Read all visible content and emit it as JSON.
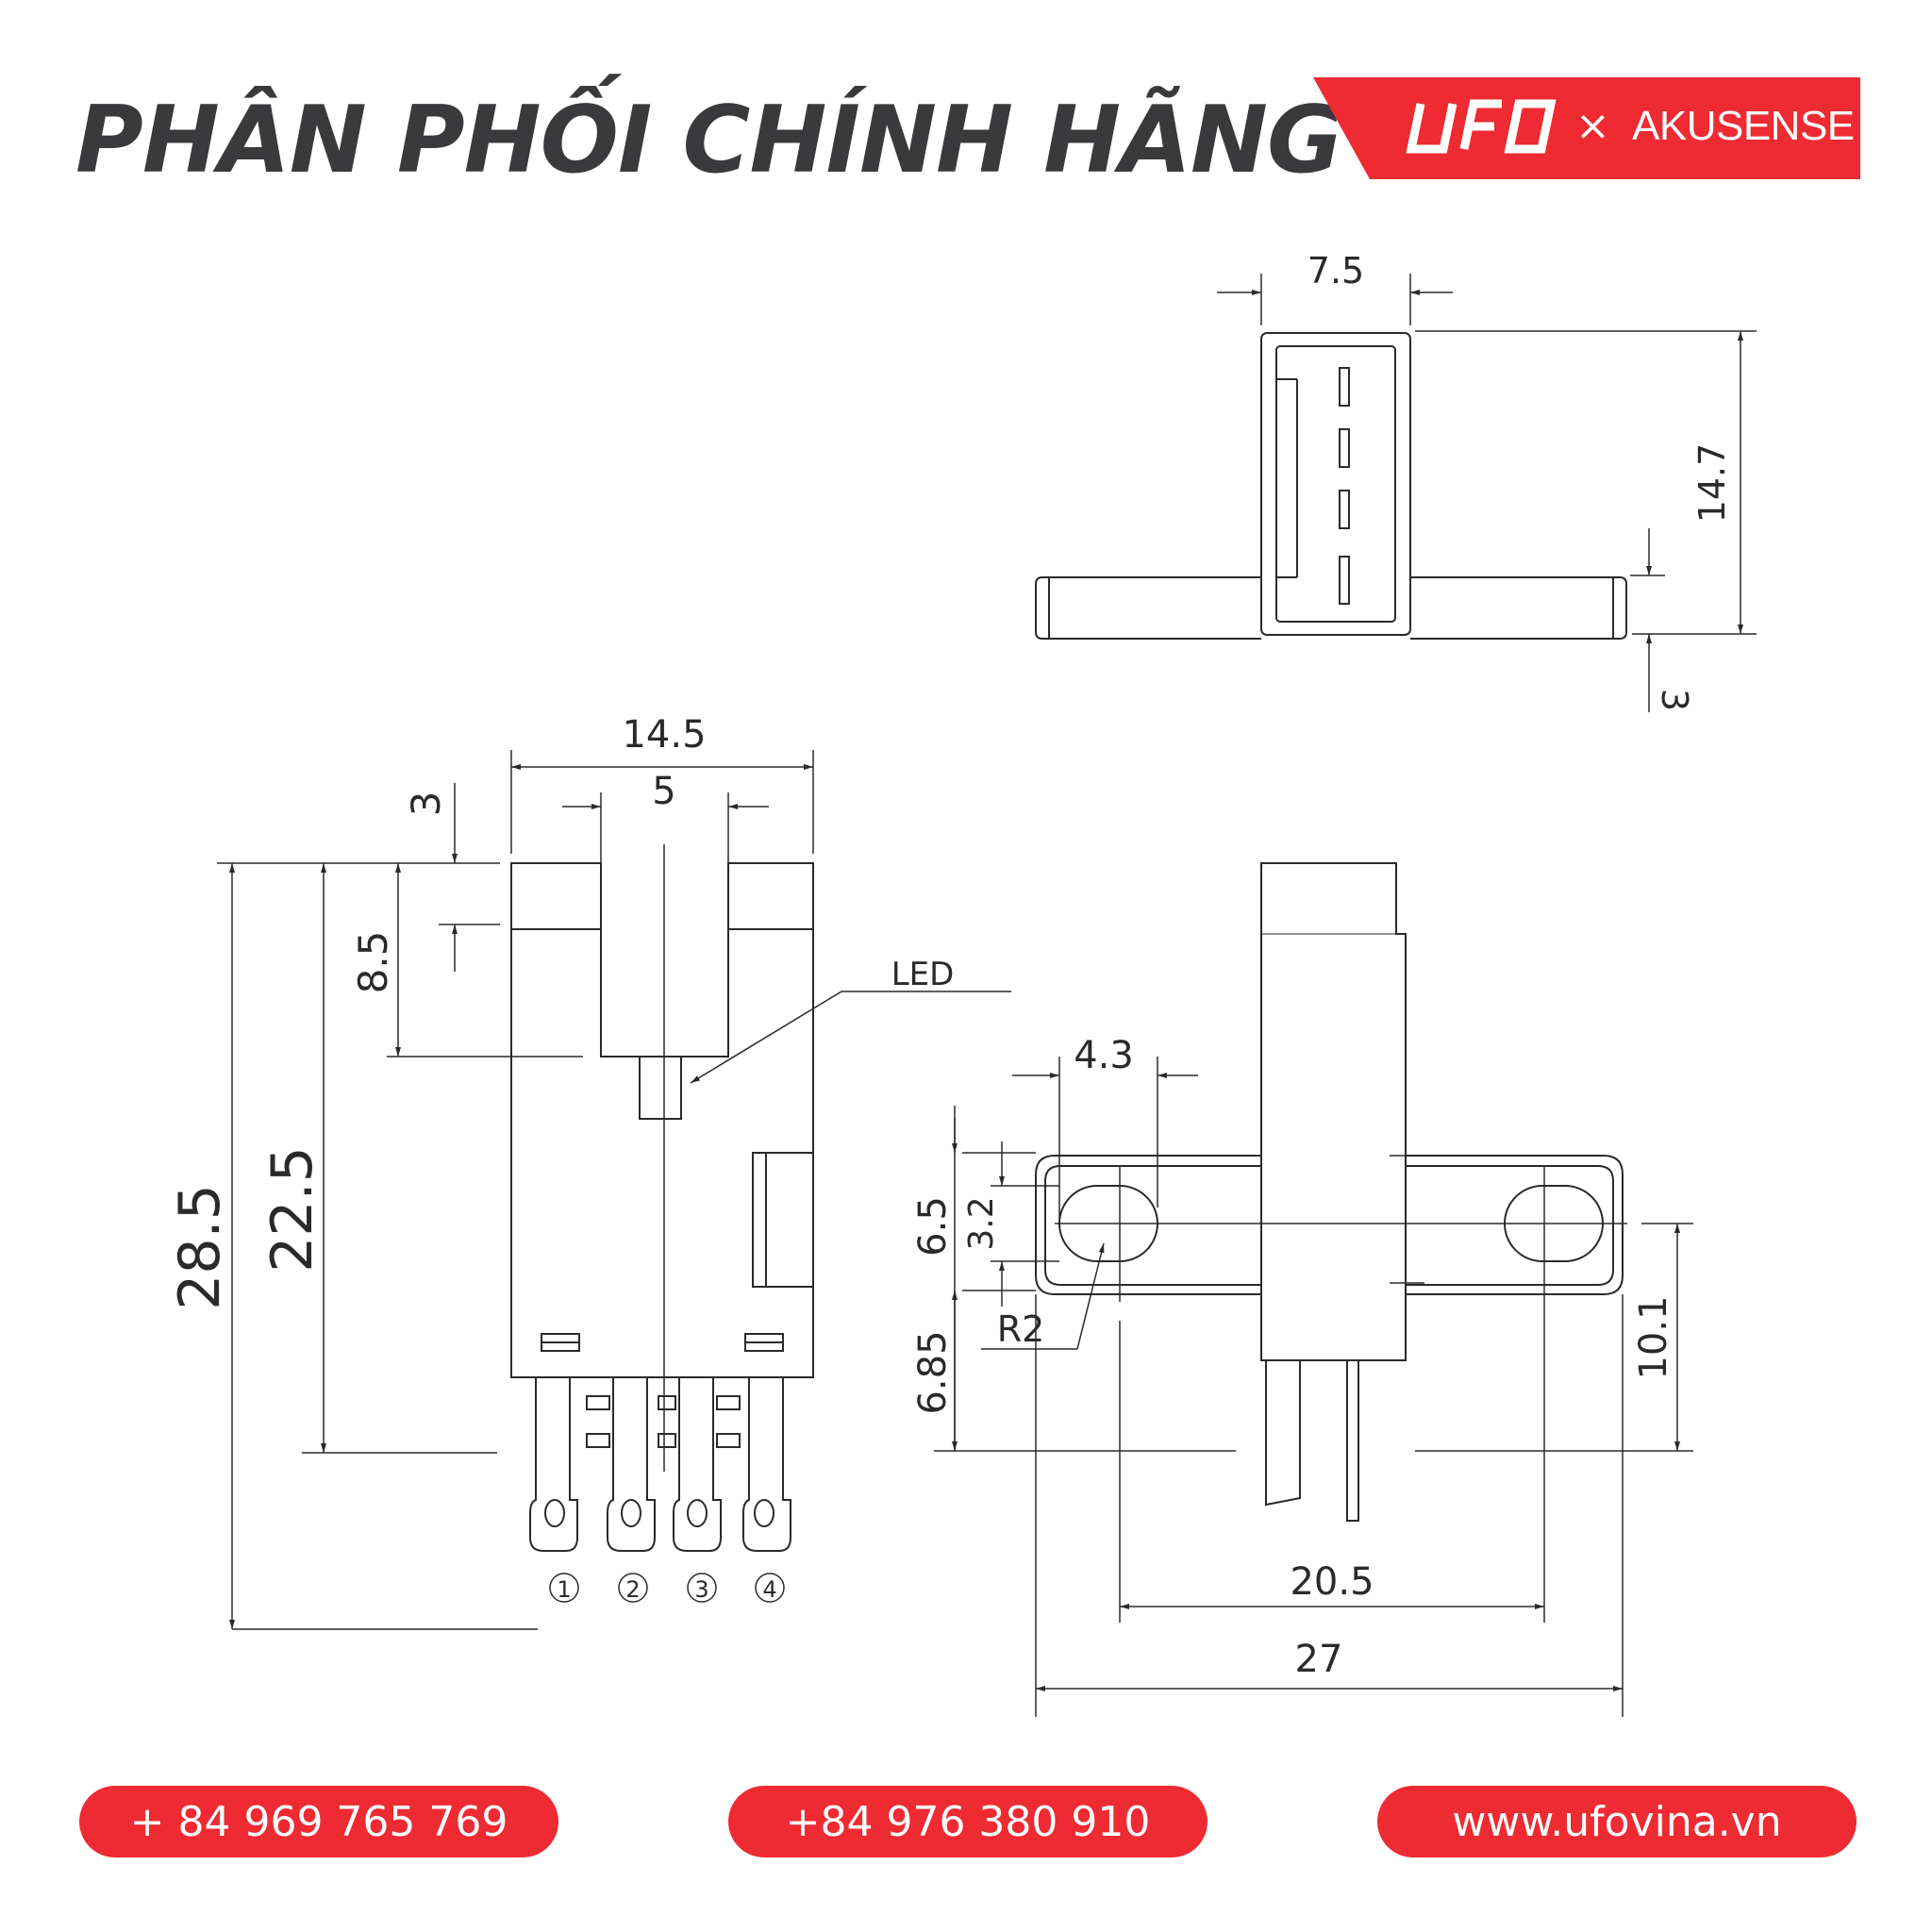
{
  "header": {
    "title": "PHÂN PHỐI CHÍNH HÃNG",
    "brand_logo": "UFO",
    "brand_separator": "×",
    "brand_partner": "AKUSENSE"
  },
  "drawing": {
    "top_view": {
      "width": "7.5",
      "height": "14.7",
      "flange": "3"
    },
    "front_view": {
      "overall_width": "14.5",
      "slot_width": "5",
      "top_gap": "3",
      "slot_depth": "8.5",
      "body_height": "22.5",
      "overall_height": "28.5",
      "led_label": "LED",
      "pins": [
        "1",
        "2",
        "3",
        "4"
      ]
    },
    "side_view": {
      "hole_width": "4.3",
      "flange_height": "6.5",
      "hole_height": "3.2",
      "radius": "R2",
      "offset": "6.85",
      "hole_height_pos": "10.1",
      "hole_spacing": "20.5",
      "overall_length": "27"
    }
  },
  "contacts": {
    "phone1": "+ 84 969 765 769",
    "phone2": "+84 976 380 910",
    "website": "www.ufovina.vn"
  },
  "colors": {
    "accent": "#ee2a33",
    "title": "#3a3a3c",
    "line": "#2a2a2a"
  }
}
